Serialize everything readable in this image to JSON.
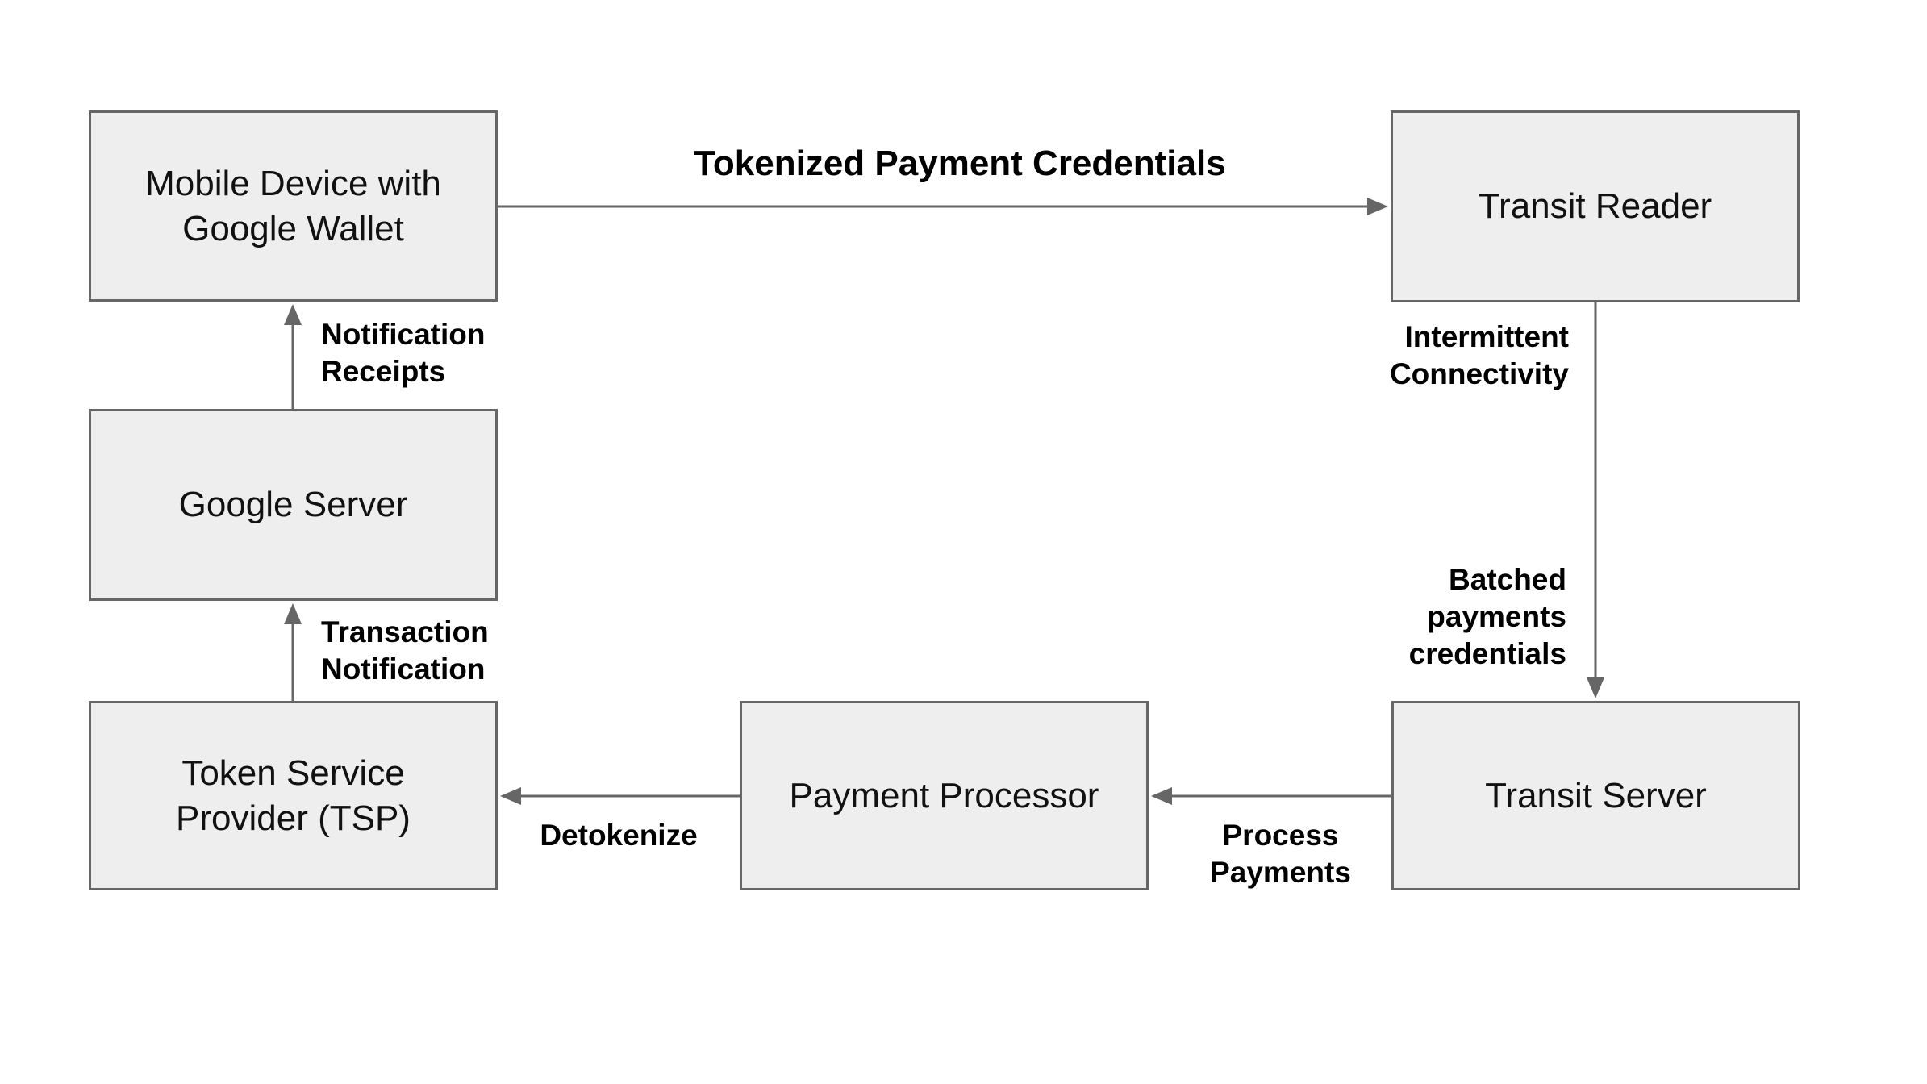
{
  "diagram": {
    "colors": {
      "background": "#ffffff",
      "node_fill": "#eeeeee",
      "node_border": "#666666",
      "node_text": "#111111",
      "label_text": "#000000",
      "arrow": "#666666"
    },
    "nodes": {
      "mobile_device": {
        "lines": [
          "Mobile Device with",
          "Google Wallet"
        ]
      },
      "transit_reader": {
        "lines": [
          "Transit Reader"
        ]
      },
      "google_server": {
        "lines": [
          "Google Server"
        ]
      },
      "tsp": {
        "lines": [
          "Token Service",
          "Provider (TSP)"
        ]
      },
      "payment_processor": {
        "lines": [
          "Payment Processor"
        ]
      },
      "transit_server": {
        "lines": [
          "Transit Server"
        ]
      }
    },
    "edge_labels": {
      "tokenized_payment_credentials": {
        "lines": [
          "Tokenized Payment Credentials"
        ]
      },
      "intermittent_connectivity": {
        "lines": [
          "Intermittent",
          "Connectivity"
        ]
      },
      "batched_payments_credentials": {
        "lines": [
          "Batched",
          "payments",
          "credentials"
        ]
      },
      "notification_receipts": {
        "lines": [
          "Notification",
          "Receipts"
        ]
      },
      "transaction_notification": {
        "lines": [
          "Transaction",
          "Notification"
        ]
      },
      "process_payments": {
        "lines": [
          "Process",
          "Payments"
        ]
      },
      "detokenize": {
        "lines": [
          "Detokenize"
        ]
      }
    }
  }
}
